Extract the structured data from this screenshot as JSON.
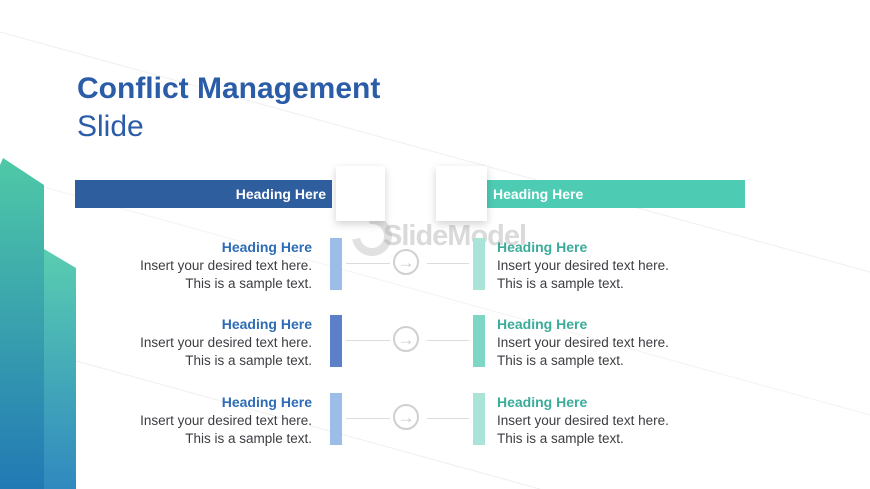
{
  "slide": {
    "title": "Conflict Management",
    "subtitle": "Slide"
  },
  "watermark": {
    "text": "SlideModel"
  },
  "colors": {
    "title_blue": "#2b5ca8",
    "header_bar_blue": "#2f5e9f",
    "header_bar_teal": "#4eccb3",
    "heading_blue": "#2e6db6",
    "heading_teal": "#3bab9a",
    "body_text": "#3c3c42",
    "accent_blue_light": "#9cbde6",
    "accent_blue_dark": "#5c80c8",
    "accent_teal_light": "#aae3d8",
    "accent_teal_dark": "#7ed6c4",
    "connector_gray": "#d0d0d0",
    "shape_gradient_top": "#4fc9a7",
    "shape_gradient_bottom": "#2279b4"
  },
  "comparison": {
    "left_header": "Heading Here",
    "right_header": "Heading Here",
    "arrow_icon": "→",
    "rows": [
      {
        "left": {
          "heading": "Heading Here",
          "body": "Insert your desired text here. This is a sample text."
        },
        "right": {
          "heading": "Heading Here",
          "body": "Insert your desired text here. This is a sample text."
        },
        "left_bar_color": "#9cbde6",
        "right_bar_color": "#aae3d8"
      },
      {
        "left": {
          "heading": "Heading Here",
          "body": "Insert your desired text here. This is a sample text."
        },
        "right": {
          "heading": "Heading Here",
          "body": "Insert your desired text here. This is a sample text."
        },
        "left_bar_color": "#5c80c8",
        "right_bar_color": "#7ed6c4"
      },
      {
        "left": {
          "heading": "Heading Here",
          "body": "Insert your desired text here. This is a sample text."
        },
        "right": {
          "heading": "Heading Here",
          "body": "Insert your desired text here. This is a sample text."
        },
        "left_bar_color": "#9cbde6",
        "right_bar_color": "#aae3d8"
      }
    ]
  }
}
